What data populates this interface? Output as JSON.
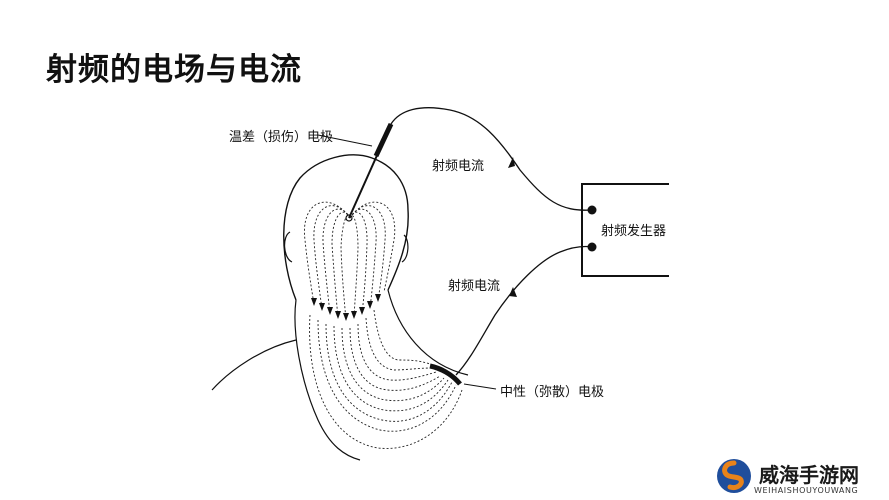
{
  "title": "射频的电场与电流",
  "labels": {
    "temp_electrode": "温差（损伤）电极",
    "rf_current_top": "射频电流",
    "rf_generator": "射频发生器",
    "rf_current_bottom": "射频电流",
    "neutral_electrode": "中性（弥散）电极"
  },
  "watermark": {
    "name": "威海手游网",
    "sub": "WEIHAISHOUYOUWANG",
    "colors": {
      "blue": "#1f4e9c",
      "orange": "#e8831a"
    }
  }
}
